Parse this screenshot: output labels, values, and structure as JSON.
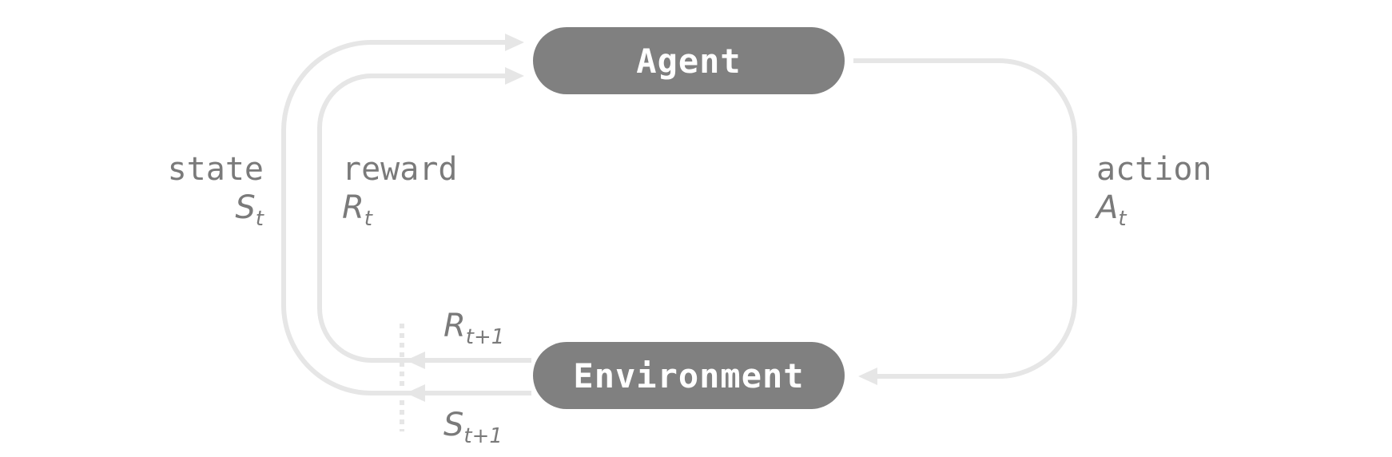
{
  "nodes": {
    "agent": "Agent",
    "environment": "Environment"
  },
  "signals": {
    "state": {
      "label": "state",
      "symbol": "S",
      "subscript": "t"
    },
    "reward": {
      "label": "reward",
      "symbol": "R",
      "subscript": "t"
    },
    "action": {
      "label": "action",
      "symbol": "A",
      "subscript": "t"
    },
    "next_reward": {
      "symbol": "R",
      "subscript": "t+1"
    },
    "next_state": {
      "symbol": "S",
      "subscript": "t+1"
    }
  },
  "colors": {
    "node_fill": "#808080",
    "node_text": "#ffffff",
    "arrow": "#e6e6e6",
    "label_text": "#7a7a7a"
  }
}
